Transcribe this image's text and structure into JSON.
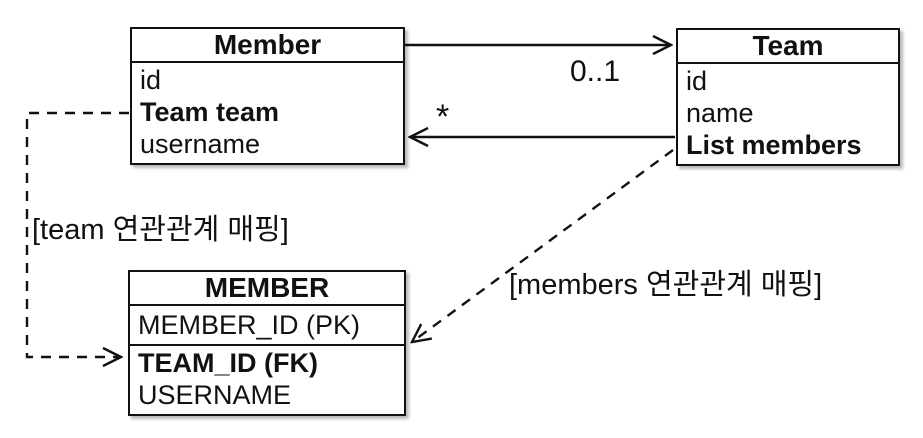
{
  "member_class": {
    "title": "Member",
    "fields": [
      "id",
      "Team team",
      "username"
    ]
  },
  "team_class": {
    "title": "Team",
    "fields": [
      "id",
      "name",
      "List members"
    ]
  },
  "member_table": {
    "title": "MEMBER",
    "columns": [
      "MEMBER_ID (PK)",
      "TEAM_ID (FK)",
      "USERNAME"
    ]
  },
  "associations": {
    "member_to_team_multiplicity": "0..1",
    "team_to_member_multiplicity": "*"
  },
  "annotations": {
    "team_mapping_label": "[team 연관관계 매핑]",
    "members_mapping_label": "[members 연관관계 매핑]"
  },
  "colors": {
    "line": "#111111",
    "background": "#ffffff",
    "box_fill": "#ffffff"
  }
}
